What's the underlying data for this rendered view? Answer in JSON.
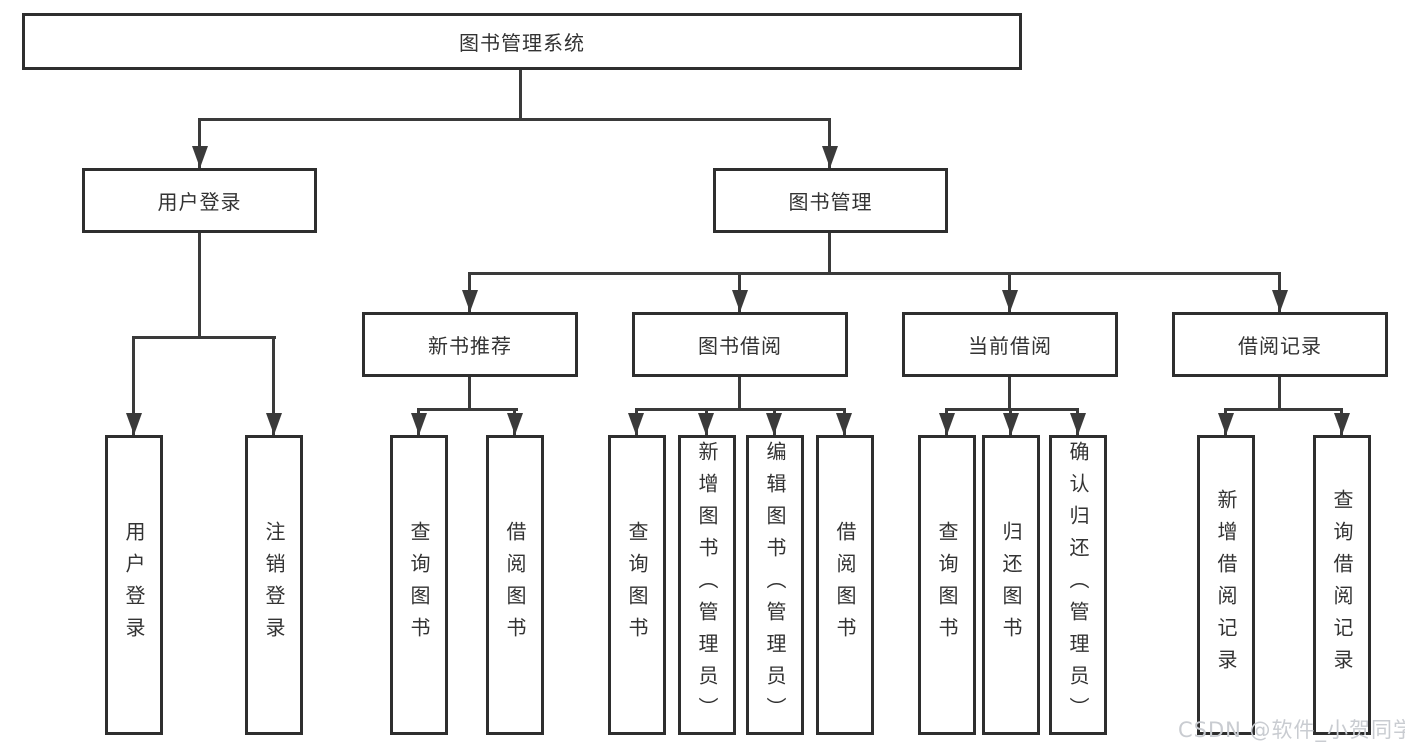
{
  "diagram": {
    "root": "图书管理系统",
    "level2": {
      "user_login": "用户登录",
      "book_mgmt": "图书管理"
    },
    "level3": {
      "new_books": "新书推荐",
      "book_borrow": "图书借阅",
      "current_borrow": "当前借阅",
      "borrow_records": "借阅记录"
    },
    "leaves": {
      "user_login": [
        "用户登录",
        "注销登录"
      ],
      "new_books": [
        "查询图书",
        "借阅图书"
      ],
      "book_borrow": [
        "查询图书",
        "新增图书（管理员）",
        "编辑图书（管理员）",
        "借阅图书"
      ],
      "current_borrow": [
        "查询图书",
        "归还图书",
        "确认归还（管理员）"
      ],
      "borrow_records": [
        "新增借阅记录",
        "查询借阅记录"
      ]
    }
  },
  "watermark": "CSDN @软件_小贺同学",
  "colors": {
    "line": "#3a3a3a",
    "border": "#2e2e2e",
    "text": "#333333",
    "background": "#ffffff",
    "watermark": "#c9ccd1"
  }
}
